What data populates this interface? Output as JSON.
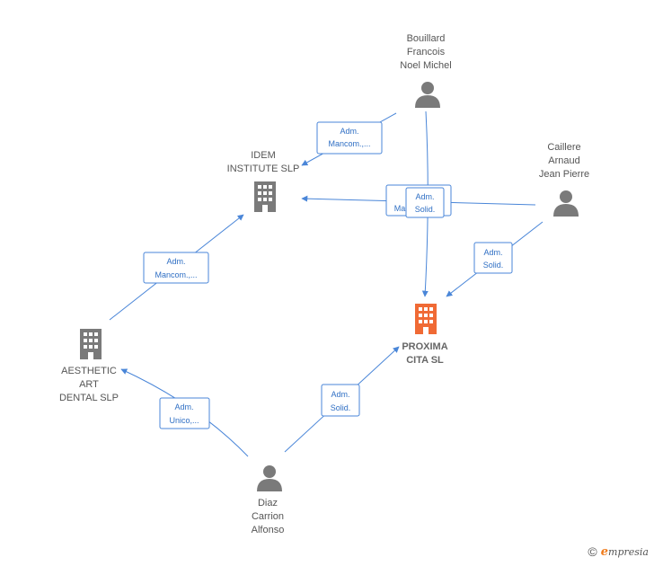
{
  "nodes": {
    "bouillard": {
      "lines": [
        "Bouillard",
        "Francois",
        "Noel Michel"
      ],
      "kind": "person"
    },
    "caillere": {
      "lines": [
        "Caillere",
        "Arnaud",
        "Jean Pierre"
      ],
      "kind": "person"
    },
    "idem": {
      "lines": [
        "IDEM",
        "INSTITUTE  SLP"
      ],
      "kind": "company"
    },
    "proxima": {
      "lines": [
        "PROXIMA",
        "CITA  SL"
      ],
      "kind": "company-main"
    },
    "aesthetic": {
      "lines": [
        "AESTHETIC",
        "ART",
        "DENTAL  SLP"
      ],
      "kind": "company"
    },
    "diaz": {
      "lines": [
        "Diaz",
        "Carrion",
        "Alfonso"
      ],
      "kind": "person"
    }
  },
  "edges": {
    "bouillard_idem": [
      "Adm.",
      "Mancom.,..."
    ],
    "caillere_idem_a": [
      "Ma",
      ""
    ],
    "bouillard_proxima": [
      "Adm.",
      "Solid."
    ],
    "caillere_proxima": [
      "Adm.",
      "Solid."
    ],
    "aesthetic_idem": [
      "Adm.",
      "Mancom.,..."
    ],
    "diaz_aesthetic": [
      "Adm.",
      "Unico,..."
    ],
    "diaz_proxima": [
      "Adm.",
      "Solid."
    ]
  },
  "colors": {
    "edge": "#4a86d8",
    "company": "#7a7a7a",
    "company_main": "#f06a35",
    "person": "#7a7a7a"
  },
  "footer": {
    "copyright_symbol": "©",
    "brand_initial": "e",
    "brand_rest": "mpresia"
  }
}
